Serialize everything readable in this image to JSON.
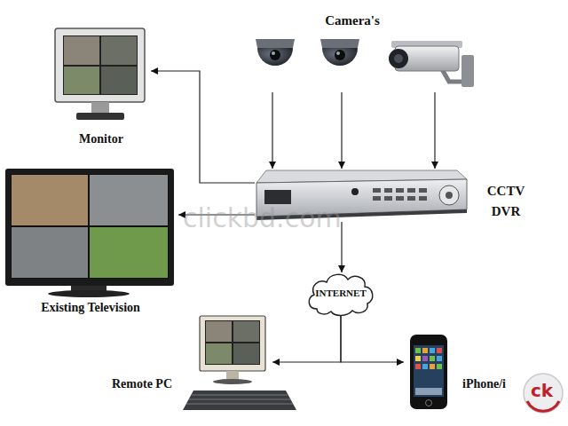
{
  "diagram": {
    "nodes": [
      {
        "text": [
          "Camera's"
        ]
      },
      {
        "text": [
          "Monitor"
        ]
      },
      {
        "text": [
          "CCTV DVR"
        ]
      },
      {
        "text": [
          "Existing Television"
        ]
      },
      {
        "text": [
          "INTERNET"
        ]
      },
      {
        "text": [
          "Remote PC"
        ]
      },
      {
        "text": [
          "iPhone/i"
        ]
      }
    ],
    "edges": [
      {
        "from": 0,
        "to": 2,
        "arrow": "to"
      },
      {
        "from": 0,
        "to": 2,
        "arrow": "to"
      },
      {
        "from": 0,
        "to": 2,
        "arrow": "to"
      },
      {
        "from": 2,
        "to": 1,
        "arrow": "to"
      },
      {
        "from": 2,
        "to": 3,
        "arrow": "to"
      },
      {
        "from": 2,
        "to": 4,
        "arrow": "to"
      },
      {
        "from": 4,
        "to": 5,
        "arrow": "to"
      },
      {
        "from": 4,
        "to": 6,
        "arrow": "to"
      }
    ],
    "labels": [
      "clickbd.com",
      "ck"
    ]
  }
}
